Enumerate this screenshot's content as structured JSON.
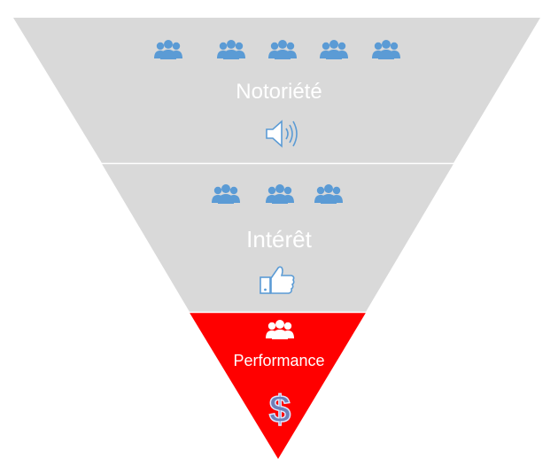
{
  "levels": [
    {
      "label": "Notoriété",
      "people_groups": 5,
      "symbol": "speaker-icon",
      "fill": "#d9d9d9",
      "people_color": "#5b9bd5"
    },
    {
      "label": "Intérêt",
      "people_groups": 3,
      "symbol": "thumbs-up-icon",
      "fill": "#d9d9d9",
      "people_color": "#5b9bd5"
    },
    {
      "label": "Performance",
      "people_groups": 1,
      "symbol": "dollar-icon",
      "fill": "#ff0000",
      "people_color": "#ffffff"
    }
  ],
  "colors": {
    "divider": "#ffffff",
    "icon_blue": "#5b9bd5",
    "icon_fill": "#ffffff",
    "dollar_fill": "#6f7fb8",
    "dollar_outline": "#dce6ff"
  }
}
